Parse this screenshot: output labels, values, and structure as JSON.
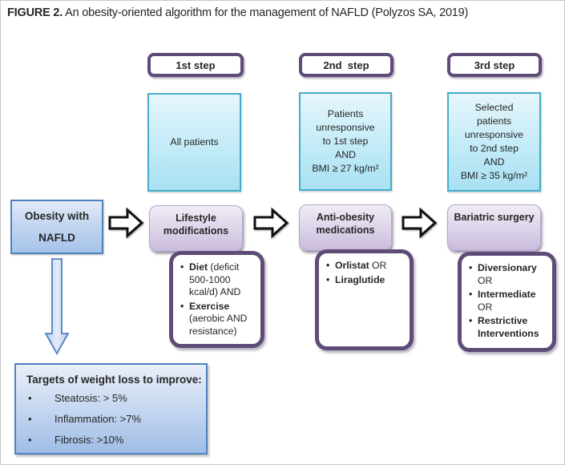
{
  "title": {
    "prefix": "FIGURE 2.",
    "text": " An obesity-oriented algorithm for the management of NAFLD (Polyzos SA, 2019)"
  },
  "source_box": {
    "label": "Obesity with\nNAFLD"
  },
  "steps": [
    {
      "header": "1st step",
      "population": "All patients",
      "action": "Lifestyle\nmodifications",
      "details": [
        {
          "strong": "Diet",
          "rest": " (deficit 500-1000 kcal/d) AND"
        },
        {
          "strong": "Exercise",
          "rest": " (aerobic AND resistance)"
        }
      ]
    },
    {
      "header": "2nd  step",
      "population": "Patients\nunresponsive\nto 1st step\nAND\nBMI ≥ 27 kg/m²",
      "action": "Anti-obesity\nmedications",
      "details": [
        {
          "strong": "Orlistat",
          "rest": " OR"
        },
        {
          "strong": "Liraglutide",
          "rest": ""
        }
      ]
    },
    {
      "header": "3rd step",
      "population": "Selected\npatients\nunresponsive\nto 2nd step\nAND\nBMI ≥ 35 kg/m²",
      "action": "Bariatric surgery",
      "details": [
        {
          "strong": "Diversionary",
          "rest": "\nOR"
        },
        {
          "strong": "Intermediate",
          "rest": "\nOR"
        },
        {
          "strong": "Restrictive Interventions",
          "rest": ""
        }
      ]
    }
  ],
  "targets_box": {
    "title": "Targets of weight loss to improve:",
    "items": [
      "Steatosis: > 5%",
      "Inflammation: >7%",
      "Fibrosis: >10%"
    ]
  },
  "colors": {
    "purple_border": "#5e4b77",
    "cyan_border": "#45acc8",
    "blue_border": "#4f81bd"
  }
}
